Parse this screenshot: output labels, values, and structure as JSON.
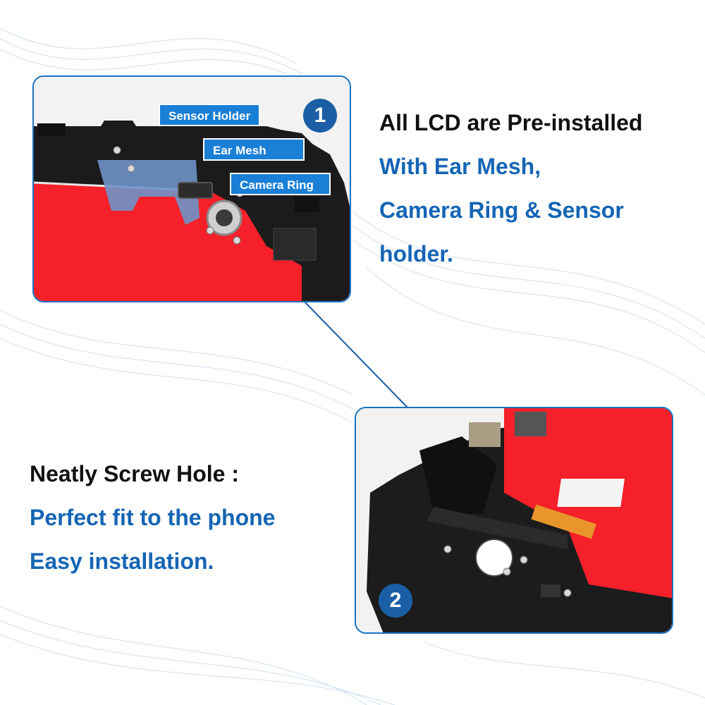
{
  "panel_1": {
    "badge": "1",
    "callouts": {
      "sensor_holder": "Sensor Holder",
      "ear_mesh": "Ear Mesh",
      "camera_ring": "Camera Ring"
    }
  },
  "panel_2": {
    "badge": "2"
  },
  "text_1": {
    "heading": "All LCD are Pre-installed",
    "line_1": "With Ear Mesh,",
    "line_2": "Camera Ring & Sensor",
    "line_3": "holder."
  },
  "text_2": {
    "heading": "Neatly Screw Hole :",
    "line_1": "Perfect fit to the phone",
    "line_2": "Easy installation."
  },
  "colors": {
    "accent_blue": "#1565b5",
    "callout_blue": "#1a7fd6",
    "panel_border": "#1a73c2",
    "screen_red": "#f5202a"
  }
}
